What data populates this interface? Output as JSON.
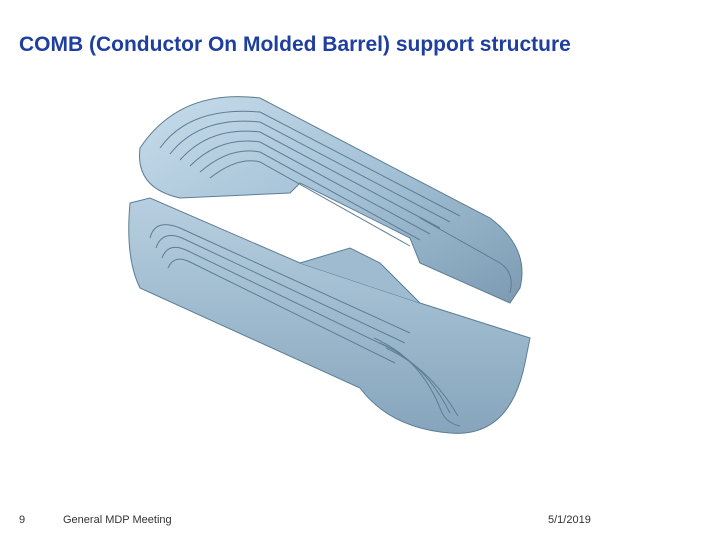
{
  "slide": {
    "title": "COMB (Conductor On Molded Barrel) support structure",
    "figure_kind": "cad-model",
    "colors": {
      "title": "#1f3f9e",
      "model": "#a9c6dc",
      "model_dark": "#6f8fa8"
    }
  },
  "footer": {
    "slide_number": "9",
    "meeting": "General MDP Meeting",
    "date": "5/1/2019"
  }
}
